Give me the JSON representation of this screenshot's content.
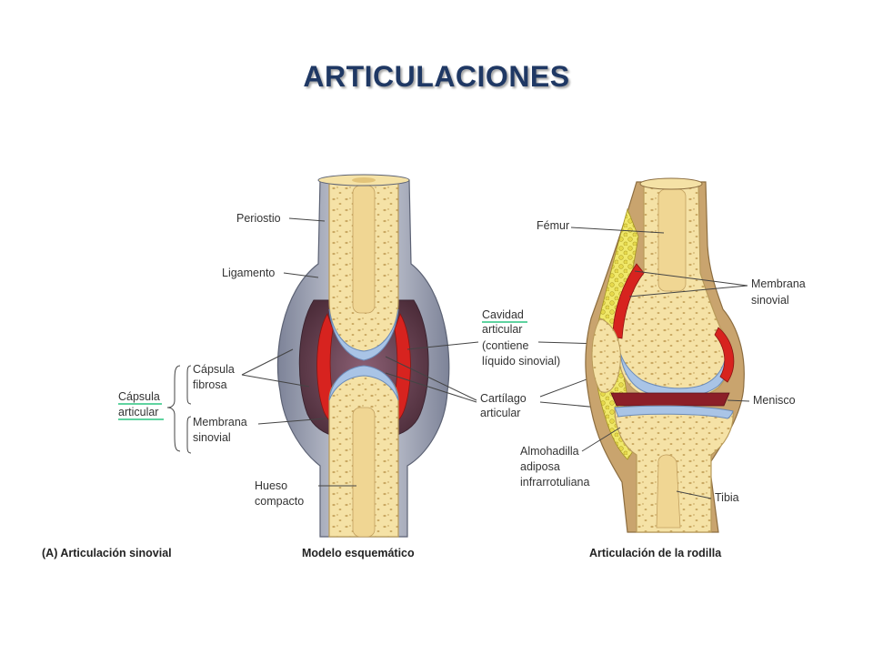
{
  "title": "ARTICULACIONES",
  "colors": {
    "title": "#1f3864",
    "bone": "#f5e2a6",
    "bone_outline": "#b89a5a",
    "cartilage": "#a9c4e6",
    "synovial_membrane": "#d7231f",
    "cavity": "#6a3f4e",
    "periosteum": "#9aa0b2",
    "fat_pad": "#f0e86a",
    "underline": "#5fd3a0"
  },
  "schematic": {
    "labels": {
      "periostio": "Periostio",
      "ligamento": "Ligamento",
      "capsula_fibrosa_1": "Cápsula",
      "capsula_fibrosa_2": "fibrosa",
      "capsula_articular_1": "Cápsula",
      "capsula_articular_2": "articular",
      "membrana_sinovial_1": "Membrana",
      "membrana_sinovial_2": "sinovial",
      "hueso_compacto_1": "Hueso",
      "hueso_compacto_2": "compacto"
    }
  },
  "shared": {
    "labels": {
      "cavidad_1": "Cavidad",
      "cavidad_2": "articular",
      "cavidad_3": "(contiene",
      "cavidad_4": "líquido sinovial)",
      "cartilago_1": "Cartílago",
      "cartilago_2": "articular"
    }
  },
  "knee": {
    "labels": {
      "femur": "Fémur",
      "membrana_sinovial_1": "Membrana",
      "membrana_sinovial_2": "sinovial",
      "menisco": "Menisco",
      "almohadilla_1": "Almohadilla",
      "almohadilla_2": "adiposa",
      "almohadilla_3": "infrarrotuliana",
      "tibia": "Tibia"
    }
  },
  "captions": {
    "a": "(A) Articulación sinovial",
    "b": "Modelo esquemático",
    "c": "Articulación de la rodilla"
  }
}
